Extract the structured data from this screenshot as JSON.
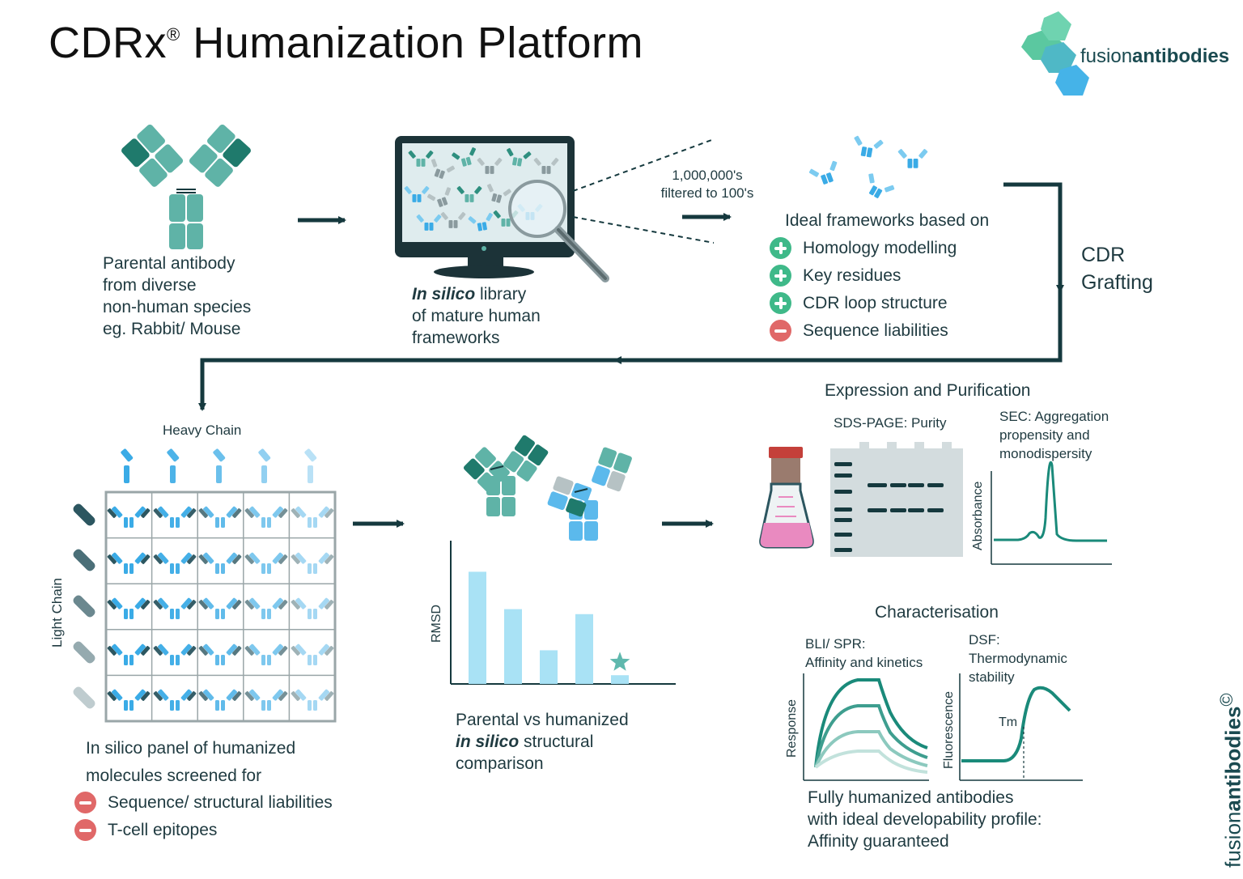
{
  "header": {
    "title_main": "CDRx",
    "title_reg": "®",
    "title_rest": " Humanization Platform",
    "logo_light": "fusion",
    "logo_bold": "antibodies"
  },
  "step1": {
    "lines": [
      "Parental antibody",
      "from diverse",
      "non-human species",
      "eg.   Rabbit/ Mouse"
    ]
  },
  "step2": {
    "bold": "In silico",
    "rest1": " library",
    "line2": "of mature human",
    "line3": "frameworks"
  },
  "filter": {
    "line1": "1,000,000's",
    "line2": "filtered to 100's"
  },
  "frameworks": {
    "heading": "Ideal frameworks based on",
    "criteria": [
      {
        "label": "Homology modelling",
        "type": "plus"
      },
      {
        "label": "Key residues",
        "type": "plus"
      },
      {
        "label": "CDR loop structure",
        "type": "plus"
      },
      {
        "label": "Sequence liabilities",
        "type": "minus"
      }
    ]
  },
  "grafting": {
    "line1": "CDR",
    "line2": "Grafting"
  },
  "matrix": {
    "heavy_label": "Heavy Chain",
    "light_label": "Light Chain",
    "caption1": "In silico panel of humanized",
    "caption2": "molecules screened for",
    "screens": [
      "Sequence/ structural liabilities",
      "T-cell epitopes"
    ]
  },
  "comparison": {
    "ylabel": "RMSD",
    "caption1": "Parental vs humanized",
    "caption2_bold": "in silico",
    "caption2_rest": " structural",
    "caption3": "comparison"
  },
  "chart_data": {
    "type": "bar",
    "values": [
      0.9,
      0.6,
      0.27,
      0.56,
      0.07
    ],
    "ylabel": "RMSD",
    "colors": {
      "bar": "#a9e2f5",
      "star": "#5fb8ad"
    }
  },
  "expression": {
    "heading": "Expression and Purification",
    "sds_label": "SDS-PAGE: Purity",
    "sec_lines": [
      "SEC: Aggregation",
      "propensity and",
      "monodispersity"
    ],
    "sec_ylabel": "Absorbance"
  },
  "characterisation": {
    "heading": "Characterisation",
    "bli_lines": [
      "BLI/ SPR:",
      "Affinity and kinetics"
    ],
    "bli_ylabel": "Response",
    "dsf_lines": [
      "DSF:",
      "Thermodynamic",
      "stability"
    ],
    "dsf_ylabel": "Fluorescence",
    "tm_label": "Tm"
  },
  "result": {
    "lines": [
      "Fully humanized antibodies",
      "with ideal developability profile:",
      "Affinity guaranteed"
    ]
  },
  "brand_vertical": {
    "light": "fusion",
    "bold": "antibodies",
    "mark": "©"
  },
  "colors": {
    "dark": "#15393e",
    "teal": "#1a8a7a",
    "teal_light": "#62b8ac",
    "blue": "#3aabe6",
    "blue_light": "#8fd2f2",
    "red": "#e06868",
    "green": "#3fb989"
  }
}
